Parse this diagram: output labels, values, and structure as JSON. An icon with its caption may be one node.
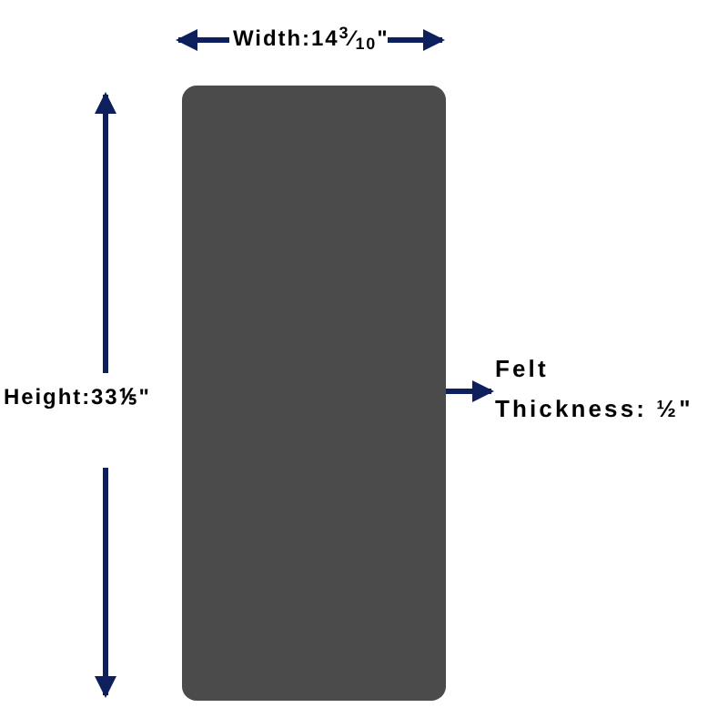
{
  "diagram": {
    "nodes": [
      {
        "text": [],
        "shape": "box"
      },
      {
        "text": [
          "Felt Thickness: ½\""
        ]
      }
    ],
    "edges": [
      {
        "from": 0,
        "to": 1,
        "arrow": "to"
      }
    ],
    "labels": [
      "Width:14$^{3}$⁄$_{10}$\"",
      "Height:33⅕\""
    ]
  }
}
